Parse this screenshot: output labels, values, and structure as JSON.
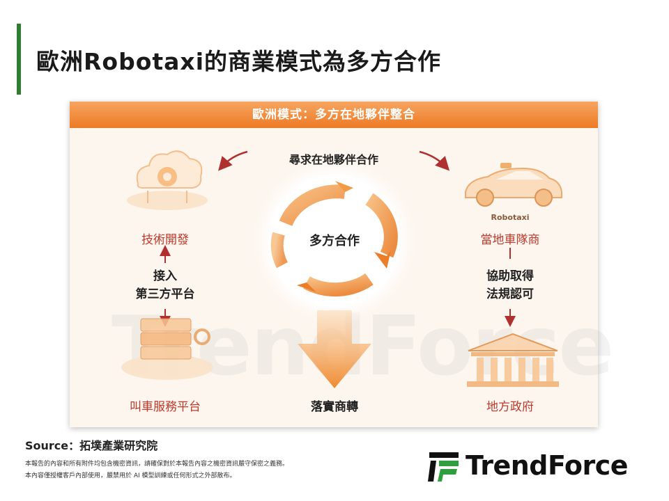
{
  "title": "歐洲Robotaxi的商業模式為多方合作",
  "panel": {
    "header": "歐洲模式：多方在地夥伴整合",
    "top_label": "尋求在地夥伴合作",
    "center_label": "多方合作",
    "bottom_label": "落實商轉",
    "left_top": "技術開發",
    "left_mid_line1": "接入",
    "left_mid_line2": "第三方平台",
    "left_bottom": "叫車服務平台",
    "right_car_text": "Robotaxi",
    "right_top": "當地車隊商",
    "right_mid_line1": "協助取得",
    "right_mid_line2": "法規認可",
    "right_bottom": "地方政府",
    "watermark": "TrendForce"
  },
  "footer": {
    "source": "Source：拓墣產業研究院",
    "disclaimer_line1": "本報告的內容和所有附件均包含機密資訊，請確保對於本報告內容之機密資訊嚴守保密之義務。",
    "disclaimer_line2": "本內容僅授權客戶內部使用，嚴禁用於 AI 模型訓練或任何形式之外部散布。",
    "brand": "TrendForce"
  },
  "colors": {
    "accent_green": "#2e7d32",
    "header_orange": "#ec7a25",
    "label_red": "#c0392b",
    "arrow_red": "#b03030"
  },
  "icons": [
    "cloud-gear-icon",
    "robotaxi-car-icon",
    "server-stack-icon",
    "government-building-icon",
    "cycle-arrows-icon",
    "down-arrow-icon"
  ]
}
